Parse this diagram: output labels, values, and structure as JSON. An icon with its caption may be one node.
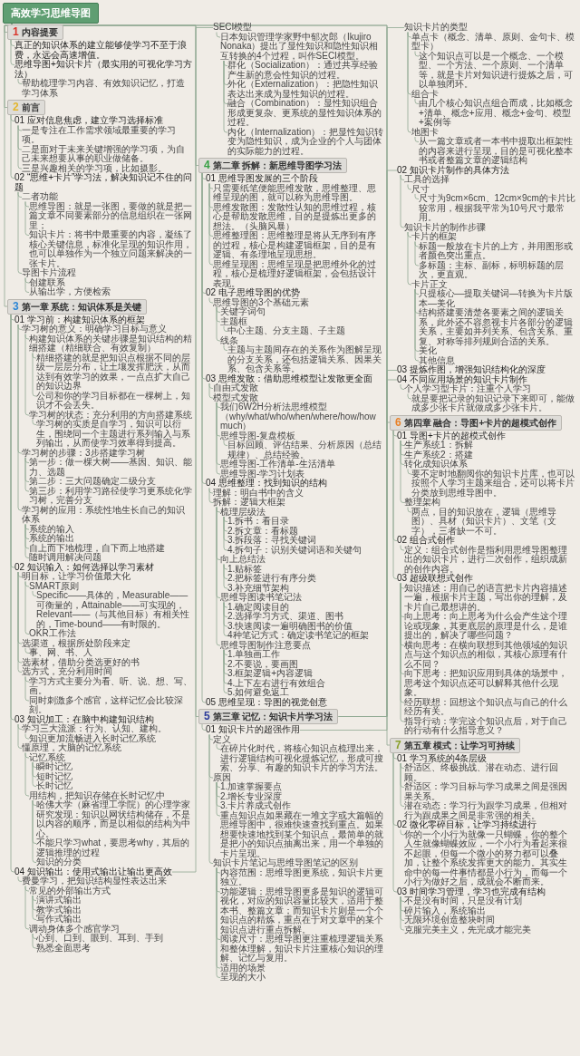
{
  "diagram": {
    "nodes": [
      {
        "text": [
          "高效学习思维导图"
        ]
      },
      {
        "text": [
          "1",
          "内容提要"
        ]
      },
      {
        "text": [
          "真正的知识体系的建立能够使学习不至于浪费，永远会高速增值。"
        ]
      },
      {
        "text": [
          "思维导图+知识卡片（最实用的可视化学习方法）"
        ]
      },
      {
        "text": [
          "帮助梳理学习内容、有效知识记忆，打造学习体系"
        ]
      },
      {
        "text": [
          "2",
          "前言"
        ]
      },
      {
        "text": [
          "01 应对信息焦虑，建立学习选择标准"
        ]
      },
      {
        "text": [
          "一是专注在工作需求领域最重要的学习项。"
        ]
      },
      {
        "text": [
          "二是面对于未来关键增强的学习项，为自己未来想要从事的职业做储备。"
        ]
      },
      {
        "text": [
          "三是兴趣相关的学习项，比如摄影。"
        ]
      },
      {
        "text": [
          "02 “思维+卡片”学习法，解决知识记不住的问题"
        ]
      },
      {
        "text": [
          "二者功能"
        ]
      },
      {
        "text": [
          "思维导图：就是一张图，要做的就是把一篇文章不同要素部分的信息组织在一张网里；"
        ]
      },
      {
        "text": [
          "知识卡片：将书中最重要的内容，凝练了核心关键信息，标准化呈现的知识作用，也可以单独作为一个独立问题来解决的一张卡片。"
        ]
      },
      {
        "text": [
          "导图卡片流程"
        ]
      },
      {
        "text": [
          "创建联系"
        ]
      },
      {
        "text": [
          "从输出学，方便检索"
        ]
      },
      {
        "text": [
          "3",
          "第一章 系统：知识体系是关键"
        ]
      },
      {
        "text": [
          "01 学习前：构建知识体系的框架"
        ]
      },
      {
        "text": [
          "学习树的意义：明确学习目标与意义"
        ]
      },
      {
        "text": [
          "构建知识体系的关键步骤是知识结构的精细搭建（精细联合、有效复制）"
        ]
      },
      {
        "text": [
          "精细搭建的就是把知识点根据不同的层级一层层分布，让土壤发挥肥沃，从而达到有效学习的效果，一点点扩大自己的知识边界"
        ]
      },
      {
        "text": [
          "公司和你的学习目标都在一棵树上，知识才不会丢失。"
        ]
      },
      {
        "text": [
          "学习树的状态：充分利用的方向搭建系统"
        ]
      },
      {
        "text": [
          "学习树的实质是自学习，知识可以衍生，围绕同一个主题进行系列输入与系列输出，从而使学习效率得到提高。"
        ]
      },
      {
        "text": [
          "学习树的步骤：3步搭建学习树"
        ]
      },
      {
        "text": [
          "第一步：做一棵大树——基因、知识、能力、选题"
        ]
      },
      {
        "text": [
          "第二步：三大问题确定二级分支"
        ]
      },
      {
        "text": [
          "第三步：利用学习路径使学习更系统化学习树，完善分支"
        ]
      },
      {
        "text": [
          "学习树的应用：系统性地生长自己的知识体系"
        ]
      },
      {
        "text": [
          "系统的输入"
        ]
      },
      {
        "text": [
          "系统的输出"
        ]
      },
      {
        "text": [
          "自上而下地梳理，自下而上地搭建"
        ]
      },
      {
        "text": [
          "随时调用解决问题"
        ]
      },
      {
        "text": [
          "02 知识输入：如何选择以学习素材"
        ]
      },
      {
        "text": [
          "明目标，让学习价值最大化"
        ]
      },
      {
        "text": [
          "SMART原则"
        ]
      },
      {
        "text": [
          "Specific——具体的，Measurable——可衡量的，Attainable——可实现的，Relevant——（与其他目标）有相关性的，Time-bound——有时限的。"
        ]
      },
      {
        "text": [
          "OKR工作法"
        ]
      },
      {
        "text": [
          "选渠道，根据所处阶段来定"
        ]
      },
      {
        "text": [
          "事、网、书、人"
        ]
      },
      {
        "text": [
          "选素材，借助分类选更好的书"
        ]
      },
      {
        "text": [
          "选方式，充分利用时间"
        ]
      },
      {
        "text": [
          "学习方式主要分为看、听、说、想、写、画。"
        ]
      },
      {
        "text": [
          "同时刺激多个感官，这样记忆会比较深刻。"
        ]
      },
      {
        "text": [
          "03 知识加工：在脑中构建知识结构"
        ]
      },
      {
        "text": [
          "学习三大流派：行为、认知、建构。"
        ]
      },
      {
        "text": [
          "知识更加流畅进入长时记忆系统"
        ]
      },
      {
        "text": [
          "懂原理，大脑的记忆系统"
        ]
      },
      {
        "text": [
          "记忆系统"
        ]
      },
      {
        "text": [
          "瞬时记忆"
        ]
      },
      {
        "text": [
          "短时记忆"
        ]
      },
      {
        "text": [
          "长时记忆"
        ]
      },
      {
        "text": [
          "用结构，把知识存储在长时记忆中"
        ]
      },
      {
        "text": [
          "哈佛大学（麻省理工学院）的心理学家研究发现：知识以网状结构储存，不是以内容的顺序，而是以相似的结构为中心。"
        ]
      },
      {
        "text": [
          "不能只学习what，要思考why，其后的逻辑推理的过程"
        ]
      },
      {
        "text": [
          "知识的分类"
        ]
      },
      {
        "text": [
          "04 知识输出：使用式输出让输出更高效"
        ]
      },
      {
        "text": [
          "SECI模型"
        ]
      },
      {
        "text": [
          "日本知识管理学家野中郁次郎（Ikujiro Nonaka）提出了显性知识和隐性知识相互转换的4个过程，叫作SECI模型。"
        ]
      },
      {
        "text": [
          "群化（Socialization）：通过共享经验产生新的意会性知识的过程。"
        ]
      },
      {
        "text": [
          "外化（Externalization）：把隐性知识表达出来成为显性知识的过程。"
        ]
      },
      {
        "text": [
          "融合（Combination）：显性知识组合形成更复杂、更系统的显性知识体系的过程。"
        ]
      },
      {
        "text": [
          "内化（Internalization）：把显性知识转变为隐性知识，成为企业的个人与团体的实际能力的过程。"
        ]
      },
      {
        "text": [
          "费曼学习，把知识结构显性表达出来"
        ]
      },
      {
        "text": [
          "常见的外部输出方式"
        ]
      },
      {
        "text": [
          "演讲式输出"
        ]
      },
      {
        "text": [
          "教学式输出"
        ]
      },
      {
        "text": [
          "写作式输出"
        ]
      },
      {
        "text": [
          "调动身体多个感官学习"
        ]
      },
      {
        "text": [
          "心到、口到、眼到、耳到、手到"
        ]
      },
      {
        "text": [
          "熟悉全面思考"
        ]
      },
      {
        "text": [
          "4",
          "第二章 拆解：新思维导图学习法"
        ]
      },
      {
        "text": [
          "01 思维导图发展的三个阶段"
        ]
      },
      {
        "text": [
          "只需要纸笔便能思维发散，思维整理、思维呈现的图，就可以称为思维导图。"
        ]
      },
      {
        "text": [
          "思维发散图：发散性认知的思维过程，核心是帮助发散思维，目的是提炼出更多的想法。（头脑风暴）"
        ]
      },
      {
        "text": [
          "思维整理图：思维整理是将从无序到有序的过程，核心是构建逻辑框架，目的是有逻辑、有条理地呈现思想。"
        ]
      },
      {
        "text": [
          "思维呈现图：思维呈现是把思维外化的过程，核心是梳理好逻辑框架，会包括设计表现。"
        ]
      },
      {
        "text": [
          "02 电子思维导图的优势"
        ]
      },
      {
        "text": [
          "思维导图的3个基础元素"
        ]
      },
      {
        "text": [
          "关键字词句"
        ]
      },
      {
        "text": [
          "主题框"
        ]
      },
      {
        "text": [
          "中心主题、分支主题、子主题"
        ]
      },
      {
        "text": [
          "线条"
        ]
      },
      {
        "text": [
          "主题与主题间存在的关系作为图解呈现的分支关系，还包括逻辑关系、因果关系、包含关系等。"
        ]
      },
      {
        "text": [
          "03 思维发散：借助思维模型让发散更全面"
        ]
      },
      {
        "text": [
          "自由式发散"
        ]
      },
      {
        "text": [
          "模型式发散"
        ]
      },
      {
        "text": [
          "我们6W2H分析法思维模型（why/what/who/when/where/how/how much）"
        ]
      },
      {
        "text": [
          "思维导图-复盘模板"
        ]
      },
      {
        "text": [
          "目标回顾、评估结果、分析原因（总结规律）、总结经验。"
        ]
      },
      {
        "text": [
          "思维导图-工作清单-生活清单"
        ]
      },
      {
        "text": [
          "思维导图-学习计划表"
        ]
      },
      {
        "text": [
          "04 思维整理：找到知识的结构"
        ]
      },
      {
        "text": [
          "理解：明白书中的含义"
        ]
      },
      {
        "text": [
          "拆解：逻辑大框架"
        ]
      },
      {
        "text": [
          "梳理层级法"
        ]
      },
      {
        "text": [
          "1.拆书：看目录"
        ]
      },
      {
        "text": [
          "2.拆文章：看标题"
        ]
      },
      {
        "text": [
          "3.拆段落：寻找关键词"
        ]
      },
      {
        "text": [
          "4.拆句子：识别关键词语和关键句"
        ]
      },
      {
        "text": [
          "向上总结法"
        ]
      },
      {
        "text": [
          "1.贴标签"
        ]
      },
      {
        "text": [
          "2.把标签进行有序分类"
        ]
      },
      {
        "text": [
          "3.补充细节架构"
        ]
      },
      {
        "text": [
          "思维导图读书笔记法"
        ]
      },
      {
        "text": [
          "1.确定阅读目的"
        ]
      },
      {
        "text": [
          "2.选择学习方式、渠道、图书"
        ]
      },
      {
        "text": [
          "3.快速阅读一遍明确图书的价值"
        ]
      },
      {
        "text": [
          "4种笔记方式：确定读书笔记的框架"
        ]
      },
      {
        "text": [
          "思维导图制作注意要点"
        ]
      },
      {
        "text": [
          "1.单独画工作"
        ]
      },
      {
        "text": [
          "2.不要说，要画图"
        ]
      },
      {
        "text": [
          "3.框架逻辑+内容逻辑"
        ]
      },
      {
        "text": [
          "4.上下左右进行有效组合"
        ]
      },
      {
        "text": [
          "5.如何避免返工"
        ]
      },
      {
        "text": [
          "05 思维呈现：导图的视觉创意"
        ]
      },
      {
        "text": [
          "5",
          "第三章 记忆：知识卡片学习法"
        ]
      },
      {
        "text": [
          "01 知识卡片的超强作用"
        ]
      },
      {
        "text": [
          "定义"
        ]
      },
      {
        "text": [
          "在碎片化时代，将核心知识点梳理出来，进行逻辑结构可视化提炼记忆，形成可搜索、分享、有趣的知识卡片的学习方法。"
        ]
      },
      {
        "text": [
          "原因"
        ]
      },
      {
        "text": [
          "1.加速掌握要点"
        ]
      },
      {
        "text": [
          "2.增长专业深度"
        ]
      },
      {
        "text": [
          "3.卡片养成式创作"
        ]
      },
      {
        "text": [
          "重点知识点如果藏在一堆文字或大篇幅的思维导图中，很难快速查找到重点。如果想要快速地找到某个知识点，最简单的就是把小的知识点抽离出来，用一个单独的卡片呈现。"
        ]
      },
      {
        "text": [
          "知识卡片笔记与思维导图笔记的区别"
        ]
      },
      {
        "text": [
          "内容范围：思维导图更系统，知识卡片更独立。"
        ]
      },
      {
        "text": [
          "功能逻辑：思维导图更多是知识的逻辑可视化，对应的知识容量比较大，适用于整本书、整篇文章；而知识卡片则是一个个知识点的精炼，重点在于对文章中的某个知识点进行重点拆解。"
        ]
      },
      {
        "text": [
          "阅读尺寸：思维导图更注重梳理逻辑关系和整体理解，知识卡片注重核心知识的理解、记忆与复用。"
        ]
      },
      {
        "text": [
          "适用的场景"
        ]
      },
      {
        "text": [
          "呈现的大小"
        ]
      },
      {
        "text": [
          "知识卡片的类型"
        ]
      },
      {
        "text": [
          "单点卡（概念、清单、原则、金句卡、模型卡）"
        ]
      },
      {
        "text": [
          "这个知识点可以是一个概念、一个模型、一个方法、一个原则、一个清单等，就是卡片对知识进行提炼之后，可以单独闭环。"
        ]
      },
      {
        "text": [
          "组合卡"
        ]
      },
      {
        "text": [
          "由几个核心知识点组合而成，比如概念+清单、概念+应用、概念+金句、模型+案例等"
        ]
      },
      {
        "text": [
          "地图卡"
        ]
      },
      {
        "text": [
          "从一篇文章或者一本书中提取出框架性的内容来进行呈现，目的是可视化整本书或者整篇文章的逻辑结构"
        ]
      },
      {
        "text": [
          "02 知识卡片制作的具体方法"
        ]
      },
      {
        "text": [
          "工具的选择"
        ]
      },
      {
        "text": [
          "尺寸"
        ]
      },
      {
        "text": [
          "尺寸为9cm×6cm、12cm×9cm的卡片比较常用，根据我平常为10号尺寸最常用。"
        ]
      },
      {
        "text": [
          "知识卡片的制作步骤"
        ]
      },
      {
        "text": [
          "卡片的框架"
        ]
      },
      {
        "text": [
          "标题一般放在卡片的上方，并用图形或者颜色突出重点。"
        ]
      },
      {
        "text": [
          "多标题：主标、副标，标明标题的层次，更直观。"
        ]
      },
      {
        "text": [
          "卡片正文"
        ]
      },
      {
        "text": [
          "只提核心—提取关键词—转换为卡片版本—美化"
        ]
      },
      {
        "text": [
          "结构搭建要清楚各要素之间的逻辑关系，此外还不容忽视卡片各部分的逻辑关系，主要如并列关系、包含关系、重复、对称等排列规则合适的关系。"
        ]
      },
      {
        "text": [
          "美化"
        ]
      },
      {
        "text": [
          "其他信息"
        ]
      },
      {
        "text": [
          "03 提炼作图，增强知识结构化的深度"
        ]
      },
      {
        "text": [
          "04 不同应用场景的知识卡片制作"
        ]
      },
      {
        "text": [
          "个人学习型卡片：注重个人学习"
        ]
      },
      {
        "text": [
          "就是要把记录的知识记录下来即可，能做成多少张卡片就做成多少张卡片。"
        ]
      },
      {
        "text": [
          "6",
          "第四章 融合：导图+卡片的超模式创作"
        ]
      },
      {
        "text": [
          "01 导图+卡片的超模式创作"
        ]
      },
      {
        "text": [
          "生产系统1：拆解"
        ]
      },
      {
        "text": [
          "生产系统2：搭建"
        ]
      },
      {
        "text": [
          "转化成知识体系"
        ]
      },
      {
        "text": [
          "要不定时地翻阅你的知识卡片库，也可以按照个人学习主题来组合，还可以将卡片分类放到思维导图中。"
        ]
      },
      {
        "text": [
          "整理架构"
        ]
      },
      {
        "text": [
          "两点，目的知识放在，逻辑（思维导图）、具材（知识卡片）、文笔（文字），三者缺一不可。"
        ]
      },
      {
        "text": [
          "02 组合式创作"
        ]
      },
      {
        "text": [
          "定义：组合式创作是指利用思维导图整理出的知识卡片，进行二次创作，组织成新的创作内容。"
        ]
      },
      {
        "text": [
          "03 超级联想式创作"
        ]
      },
      {
        "text": [
          "知识描述：用自己的语言把卡片内容描述一遍，根据卡片主题，写出你的理解，及卡片自己最想讲的。"
        ]
      },
      {
        "text": [
          "向上思考：向上思考为什么会产生这个理论或现象，其更底层的原理是什么，是谁提出的，解决了哪些问题？"
        ]
      },
      {
        "text": [
          "横向思考：在横向联想到其他领域的知识点与这个知识点的相似，其核心原理有什么不同？"
        ]
      },
      {
        "text": [
          "向下思考：把知识应用到具体的场景中，思考这个知识点还可以解释其他什么现象。"
        ]
      },
      {
        "text": [
          "经历联想：回想这个知识点与自己的什么经历有关。"
        ]
      },
      {
        "text": [
          "指导行动：学完这个知识点后，对于自己的行动有什么指导意义？"
        ]
      },
      {
        "text": [
          "7",
          "第五章 模式：让学习可持续"
        ]
      },
      {
        "text": [
          "01 学习系统的4条层级"
        ]
      },
      {
        "text": [
          "舒适区、终极挑战、潜在动态、进行回顾。"
        ]
      },
      {
        "text": [
          "舒适区：学习目标与学习成果之间是强因果关系。"
        ]
      },
      {
        "text": [
          "潜在动态：学习行为跟学习成果，但相对行为跟成果之间是非常强的相关。"
        ]
      },
      {
        "text": [
          "02 微化零碎目标，让学习持续进行"
        ]
      },
      {
        "text": [
          "你的一个小行为就像一只蝴蝶，你的整个人生就像蝴蝶效应，一个小行为看起来很不起眼，但每一个微小的努力都可以叠加，让整个系统发挥更大的能力。其实生命中的每一件事情都是小行为，而每一个小行为做好之后，成就会不断而来。"
        ]
      },
      {
        "text": [
          "03 时间学习管理，学习也完成有结构"
        ]
      },
      {
        "text": [
          "不是没有时间，只是没有计划"
        ]
      },
      {
        "text": [
          "碎片输入，系统输出"
        ]
      },
      {
        "text": [
          "无限环境创造整块时间"
        ]
      },
      {
        "text": [
          "克服完美主义，先完成才能完美"
        ]
      }
    ],
    "edges": [
      {
        "from": 0,
        "to": 1,
        "arrow": "none"
      },
      {
        "from": 1,
        "to": 2,
        "arrow": "none"
      },
      {
        "from": 1,
        "to": 3,
        "arrow": "none"
      },
      {
        "from": 3,
        "to": 4,
        "arrow": "none"
      },
      {
        "from": 0,
        "to": 5,
        "arrow": "none"
      },
      {
        "from": 5,
        "to": 6,
        "arrow": "none"
      },
      {
        "from": 6,
        "to": 7,
        "arrow": "none"
      },
      {
        "from": 6,
        "to": 8,
        "arrow": "none"
      },
      {
        "from": 6,
        "to": 9,
        "arrow": "none"
      },
      {
        "from": 5,
        "to": 10,
        "arrow": "none"
      },
      {
        "from": 10,
        "to": 11,
        "arrow": "none"
      },
      {
        "from": 11,
        "to": 12,
        "arrow": "none"
      },
      {
        "from": 11,
        "to": 13,
        "arrow": "none"
      },
      {
        "from": 10,
        "to": 14,
        "arrow": "none"
      },
      {
        "from": 14,
        "to": 15,
        "arrow": "none"
      },
      {
        "from": 14,
        "to": 16,
        "arrow": "none"
      },
      {
        "from": 0,
        "to": 17,
        "arrow": "none"
      },
      {
        "from": 17,
        "to": 18,
        "arrow": "none"
      },
      {
        "from": 18,
        "to": 19,
        "arrow": "none"
      },
      {
        "from": 19,
        "to": 20,
        "arrow": "none"
      },
      {
        "from": 20,
        "to": 21,
        "arrow": "none"
      },
      {
        "from": 20,
        "to": 22,
        "arrow": "none"
      },
      {
        "from": 19,
        "to": 23,
        "arrow": "none"
      },
      {
        "from": 23,
        "to": 24,
        "arrow": "none"
      },
      {
        "from": 18,
        "to": 25,
        "arrow": "none"
      },
      {
        "from": 25,
        "to": 26,
        "arrow": "none"
      },
      {
        "from": 25,
        "to": 27,
        "arrow": "none"
      },
      {
        "from": 25,
        "to": 28,
        "arrow": "none"
      },
      {
        "from": 18,
        "to": 29,
        "arrow": "none"
      },
      {
        "from": 29,
        "to": 30,
        "arrow": "none"
      },
      {
        "from": 29,
        "to": 31,
        "arrow": "none"
      },
      {
        "from": 29,
        "to": 32,
        "arrow": "none"
      },
      {
        "from": 29,
        "to": 33,
        "arrow": "none"
      },
      {
        "from": 17,
        "to": 34,
        "arrow": "none"
      },
      {
        "from": 34,
        "to": 35,
        "arrow": "none"
      },
      {
        "from": 35,
        "to": 36,
        "arrow": "none"
      },
      {
        "from": 36,
        "to": 37,
        "arrow": "none"
      },
      {
        "from": 35,
        "to": 38,
        "arrow": "none"
      },
      {
        "from": 34,
        "to": 39,
        "arrow": "none"
      },
      {
        "from": 39,
        "to": 40,
        "arrow": "none"
      },
      {
        "from": 34,
        "to": 41,
        "arrow": "none"
      },
      {
        "from": 34,
        "to": 42,
        "arrow": "none"
      },
      {
        "from": 42,
        "to": 43,
        "arrow": "none"
      },
      {
        "from": 42,
        "to": 44,
        "arrow": "none"
      },
      {
        "from": 17,
        "to": 45,
        "arrow": "none"
      },
      {
        "from": 45,
        "to": 46,
        "arrow": "none"
      },
      {
        "from": 46,
        "to": 47,
        "arrow": "none"
      },
      {
        "from": 45,
        "to": 48,
        "arrow": "none"
      },
      {
        "from": 48,
        "to": 49,
        "arrow": "none"
      },
      {
        "from": 49,
        "to": 50,
        "arrow": "none"
      },
      {
        "from": 49,
        "to": 51,
        "arrow": "none"
      },
      {
        "from": 49,
        "to": 52,
        "arrow": "none"
      },
      {
        "from": 48,
        "to": 53,
        "arrow": "none"
      },
      {
        "from": 53,
        "to": 54,
        "arrow": "none"
      },
      {
        "from": 53,
        "to": 55,
        "arrow": "none"
      },
      {
        "from": 53,
        "to": 56,
        "arrow": "none"
      },
      {
        "from": 17,
        "to": 57,
        "arrow": "none"
      },
      {
        "from": 57,
        "to": 58,
        "arrow": "none"
      },
      {
        "from": 58,
        "to": 59,
        "arrow": "none"
      },
      {
        "from": 59,
        "to": 60,
        "arrow": "none"
      },
      {
        "from": 59,
        "to": 61,
        "arrow": "none"
      },
      {
        "from": 59,
        "to": 62,
        "arrow": "none"
      },
      {
        "from": 59,
        "to": 63,
        "arrow": "none"
      },
      {
        "from": 57,
        "to": 64,
        "arrow": "none"
      },
      {
        "from": 64,
        "to": 65,
        "arrow": "none"
      },
      {
        "from": 65,
        "to": 66,
        "arrow": "none"
      },
      {
        "from": 65,
        "to": 67,
        "arrow": "none"
      },
      {
        "from": 65,
        "to": 68,
        "arrow": "none"
      },
      {
        "from": 64,
        "to": 69,
        "arrow": "none"
      },
      {
        "from": 69,
        "to": 70,
        "arrow": "none"
      },
      {
        "from": 69,
        "to": 71,
        "arrow": "none"
      },
      {
        "from": 0,
        "to": 72,
        "arrow": "none"
      },
      {
        "from": 72,
        "to": 73,
        "arrow": "none"
      },
      {
        "from": 73,
        "to": 74,
        "arrow": "none"
      },
      {
        "from": 73,
        "to": 75,
        "arrow": "none"
      },
      {
        "from": 73,
        "to": 76,
        "arrow": "none"
      },
      {
        "from": 73,
        "to": 77,
        "arrow": "none"
      },
      {
        "from": 72,
        "to": 78,
        "arrow": "none"
      },
      {
        "from": 78,
        "to": 79,
        "arrow": "none"
      },
      {
        "from": 79,
        "to": 80,
        "arrow": "none"
      },
      {
        "from": 79,
        "to": 81,
        "arrow": "none"
      },
      {
        "from": 81,
        "to": 82,
        "arrow": "none"
      },
      {
        "from": 79,
        "to": 83,
        "arrow": "none"
      },
      {
        "from": 83,
        "to": 84,
        "arrow": "none"
      },
      {
        "from": 72,
        "to": 85,
        "arrow": "none"
      },
      {
        "from": 85,
        "to": 86,
        "arrow": "none"
      },
      {
        "from": 85,
        "to": 87,
        "arrow": "none"
      },
      {
        "from": 87,
        "to": 88,
        "arrow": "none"
      },
      {
        "from": 87,
        "to": 89,
        "arrow": "none"
      },
      {
        "from": 89,
        "to": 90,
        "arrow": "none"
      },
      {
        "from": 87,
        "to": 91,
        "arrow": "none"
      },
      {
        "from": 87,
        "to": 92,
        "arrow": "none"
      },
      {
        "from": 72,
        "to": 93,
        "arrow": "none"
      },
      {
        "from": 93,
        "to": 94,
        "arrow": "none"
      },
      {
        "from": 93,
        "to": 95,
        "arrow": "none"
      },
      {
        "from": 95,
        "to": 96,
        "arrow": "none"
      },
      {
        "from": 96,
        "to": 97,
        "arrow": "none"
      },
      {
        "from": 96,
        "to": 98,
        "arrow": "none"
      },
      {
        "from": 96,
        "to": 99,
        "arrow": "none"
      },
      {
        "from": 96,
        "to": 100,
        "arrow": "none"
      },
      {
        "from": 95,
        "to": 101,
        "arrow": "none"
      },
      {
        "from": 101,
        "to": 102,
        "arrow": "none"
      },
      {
        "from": 101,
        "to": 103,
        "arrow": "none"
      },
      {
        "from": 101,
        "to": 104,
        "arrow": "none"
      },
      {
        "from": 95,
        "to": 105,
        "arrow": "none"
      },
      {
        "from": 105,
        "to": 106,
        "arrow": "none"
      },
      {
        "from": 105,
        "to": 107,
        "arrow": "none"
      },
      {
        "from": 105,
        "to": 108,
        "arrow": "none"
      },
      {
        "from": 105,
        "to": 109,
        "arrow": "none"
      },
      {
        "from": 95,
        "to": 110,
        "arrow": "none"
      },
      {
        "from": 110,
        "to": 111,
        "arrow": "none"
      },
      {
        "from": 110,
        "to": 112,
        "arrow": "none"
      },
      {
        "from": 110,
        "to": 113,
        "arrow": "none"
      },
      {
        "from": 110,
        "to": 114,
        "arrow": "none"
      },
      {
        "from": 110,
        "to": 115,
        "arrow": "none"
      },
      {
        "from": 72,
        "to": 116,
        "arrow": "none"
      },
      {
        "from": 0,
        "to": 117,
        "arrow": "none"
      },
      {
        "from": 117,
        "to": 118,
        "arrow": "none"
      },
      {
        "from": 118,
        "to": 119,
        "arrow": "none"
      },
      {
        "from": 119,
        "to": 120,
        "arrow": "none"
      },
      {
        "from": 118,
        "to": 121,
        "arrow": "none"
      },
      {
        "from": 121,
        "to": 122,
        "arrow": "none"
      },
      {
        "from": 121,
        "to": 123,
        "arrow": "none"
      },
      {
        "from": 121,
        "to": 124,
        "arrow": "none"
      },
      {
        "from": 121,
        "to": 125,
        "arrow": "none"
      },
      {
        "from": 118,
        "to": 126,
        "arrow": "none"
      },
      {
        "from": 126,
        "to": 127,
        "arrow": "none"
      },
      {
        "from": 126,
        "to": 128,
        "arrow": "none"
      },
      {
        "from": 126,
        "to": 129,
        "arrow": "none"
      },
      {
        "from": 126,
        "to": 130,
        "arrow": "none"
      },
      {
        "from": 126,
        "to": 131,
        "arrow": "none"
      },
      {
        "from": 118,
        "to": 132,
        "arrow": "none"
      },
      {
        "from": 132,
        "to": 133,
        "arrow": "none"
      },
      {
        "from": 133,
        "to": 134,
        "arrow": "none"
      },
      {
        "from": 132,
        "to": 135,
        "arrow": "none"
      },
      {
        "from": 135,
        "to": 136,
        "arrow": "none"
      },
      {
        "from": 132,
        "to": 137,
        "arrow": "none"
      },
      {
        "from": 137,
        "to": 138,
        "arrow": "none"
      },
      {
        "from": 117,
        "to": 139,
        "arrow": "none"
      },
      {
        "from": 139,
        "to": 140,
        "arrow": "none"
      },
      {
        "from": 140,
        "to": 141,
        "arrow": "none"
      },
      {
        "from": 141,
        "to": 142,
        "arrow": "none"
      },
      {
        "from": 139,
        "to": 143,
        "arrow": "none"
      },
      {
        "from": 143,
        "to": 144,
        "arrow": "none"
      },
      {
        "from": 144,
        "to": 145,
        "arrow": "none"
      },
      {
        "from": 144,
        "to": 146,
        "arrow": "none"
      },
      {
        "from": 143,
        "to": 147,
        "arrow": "none"
      },
      {
        "from": 147,
        "to": 148,
        "arrow": "none"
      },
      {
        "from": 147,
        "to": 149,
        "arrow": "none"
      },
      {
        "from": 147,
        "to": 150,
        "arrow": "none"
      },
      {
        "from": 147,
        "to": 151,
        "arrow": "none"
      },
      {
        "from": 117,
        "to": 152,
        "arrow": "none"
      },
      {
        "from": 117,
        "to": 153,
        "arrow": "none"
      },
      {
        "from": 153,
        "to": 154,
        "arrow": "none"
      },
      {
        "from": 154,
        "to": 155,
        "arrow": "none"
      },
      {
        "from": 0,
        "to": 156,
        "arrow": "none"
      },
      {
        "from": 156,
        "to": 157,
        "arrow": "none"
      },
      {
        "from": 157,
        "to": 158,
        "arrow": "none"
      },
      {
        "from": 157,
        "to": 159,
        "arrow": "none"
      },
      {
        "from": 157,
        "to": 160,
        "arrow": "none"
      },
      {
        "from": 160,
        "to": 161,
        "arrow": "none"
      },
      {
        "from": 157,
        "to": 162,
        "arrow": "none"
      },
      {
        "from": 162,
        "to": 163,
        "arrow": "none"
      },
      {
        "from": 156,
        "to": 164,
        "arrow": "none"
      },
      {
        "from": 164,
        "to": 165,
        "arrow": "none"
      },
      {
        "from": 156,
        "to": 166,
        "arrow": "none"
      },
      {
        "from": 166,
        "to": 167,
        "arrow": "none"
      },
      {
        "from": 166,
        "to": 168,
        "arrow": "none"
      },
      {
        "from": 166,
        "to": 169,
        "arrow": "none"
      },
      {
        "from": 166,
        "to": 170,
        "arrow": "none"
      },
      {
        "from": 166,
        "to": 171,
        "arrow": "none"
      },
      {
        "from": 166,
        "to": 172,
        "arrow": "none"
      },
      {
        "from": 0,
        "to": 173,
        "arrow": "none"
      },
      {
        "from": 173,
        "to": 174,
        "arrow": "none"
      },
      {
        "from": 174,
        "to": 175,
        "arrow": "none"
      },
      {
        "from": 174,
        "to": 176,
        "arrow": "none"
      },
      {
        "from": 174,
        "to": 177,
        "arrow": "none"
      },
      {
        "from": 173,
        "to": 178,
        "arrow": "none"
      },
      {
        "from": 178,
        "to": 179,
        "arrow": "none"
      },
      {
        "from": 173,
        "to": 180,
        "arrow": "none"
      },
      {
        "from": 180,
        "to": 181,
        "arrow": "none"
      },
      {
        "from": 180,
        "to": 182,
        "arrow": "none"
      },
      {
        "from": 180,
        "to": 183,
        "arrow": "none"
      },
      {
        "from": 180,
        "to": 184,
        "arrow": "none"
      }
    ]
  }
}
